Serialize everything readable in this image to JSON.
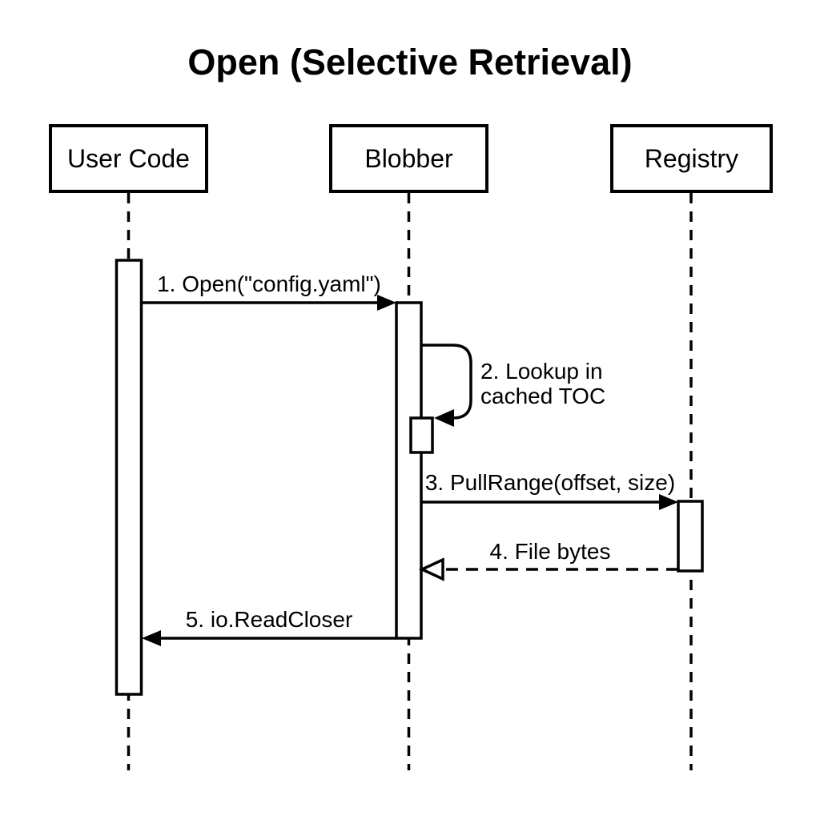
{
  "diagram": {
    "title": "Open (Selective Retrieval)",
    "type": "sequence-diagram",
    "background_color": "#ffffff",
    "line_color": "#000000",
    "text_color": "#000000"
  },
  "participants": [
    {
      "id": "user-code",
      "name": "User Code"
    },
    {
      "id": "blobber",
      "name": "Blobber"
    },
    {
      "id": "registry",
      "name": "Registry"
    }
  ],
  "messages": [
    {
      "seq": 1,
      "from": "User Code",
      "to": "Blobber",
      "line_style": "solid",
      "arrowhead": "filled",
      "label": "1. Open(\"config.yaml\")"
    },
    {
      "seq": 2,
      "from": "Blobber",
      "to": "Blobber",
      "line_style": "self-loop",
      "arrowhead": "filled",
      "label": "2. Lookup in cached TOC",
      "label_line1": "2. Lookup in",
      "label_line2": "cached TOC"
    },
    {
      "seq": 3,
      "from": "Blobber",
      "to": "Registry",
      "line_style": "solid",
      "arrowhead": "filled",
      "label": "3. PullRange(offset, size)"
    },
    {
      "seq": 4,
      "from": "Registry",
      "to": "Blobber",
      "line_style": "dashed",
      "arrowhead": "open",
      "label": "4. File bytes"
    },
    {
      "seq": 5,
      "from": "Blobber",
      "to": "User Code",
      "line_style": "solid",
      "arrowhead": "filled",
      "label": "5. io.ReadCloser"
    }
  ]
}
